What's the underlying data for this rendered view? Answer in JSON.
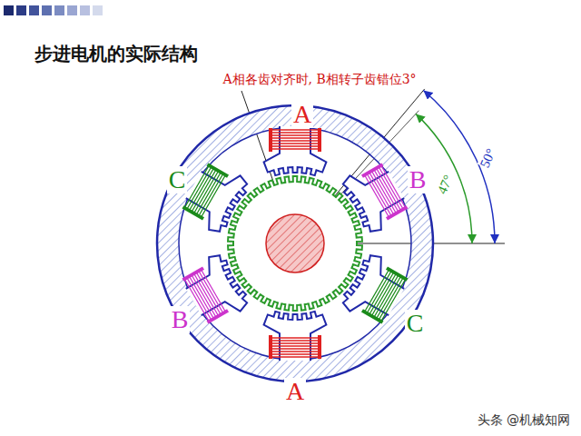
{
  "diagram": {
    "title": "步进电机的实际结构",
    "labels": [
      "A相各齿对齐时, B相转子齿错位3°",
      "A",
      "C",
      "B",
      "50°",
      "47°",
      "B",
      "C",
      "A",
      "头条 @机械知网"
    ]
  }
}
